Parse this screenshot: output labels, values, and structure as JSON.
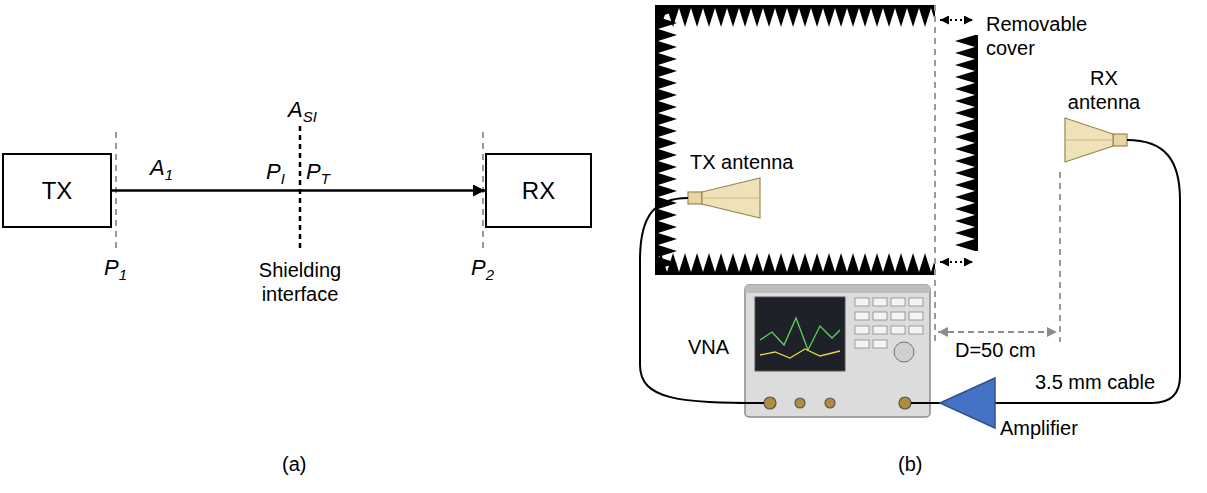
{
  "diagram": {
    "nodes": [
      {
        "text": [
          "TX"
        ]
      },
      {
        "text": [
          "RX"
        ]
      }
    ],
    "edges": [
      {
        "from": 0,
        "to": 1,
        "arrow": "to"
      }
    ],
    "labels": [
      "A1",
      "PI",
      "PT",
      "ASI",
      "Shielding interface",
      "P1",
      "P2",
      "(a)",
      "Removable cover",
      "TX antenna",
      "RX antenna",
      "VNA",
      "D=50 cm",
      "3.5 mm cable",
      "Amplifier",
      "(b)"
    ]
  }
}
